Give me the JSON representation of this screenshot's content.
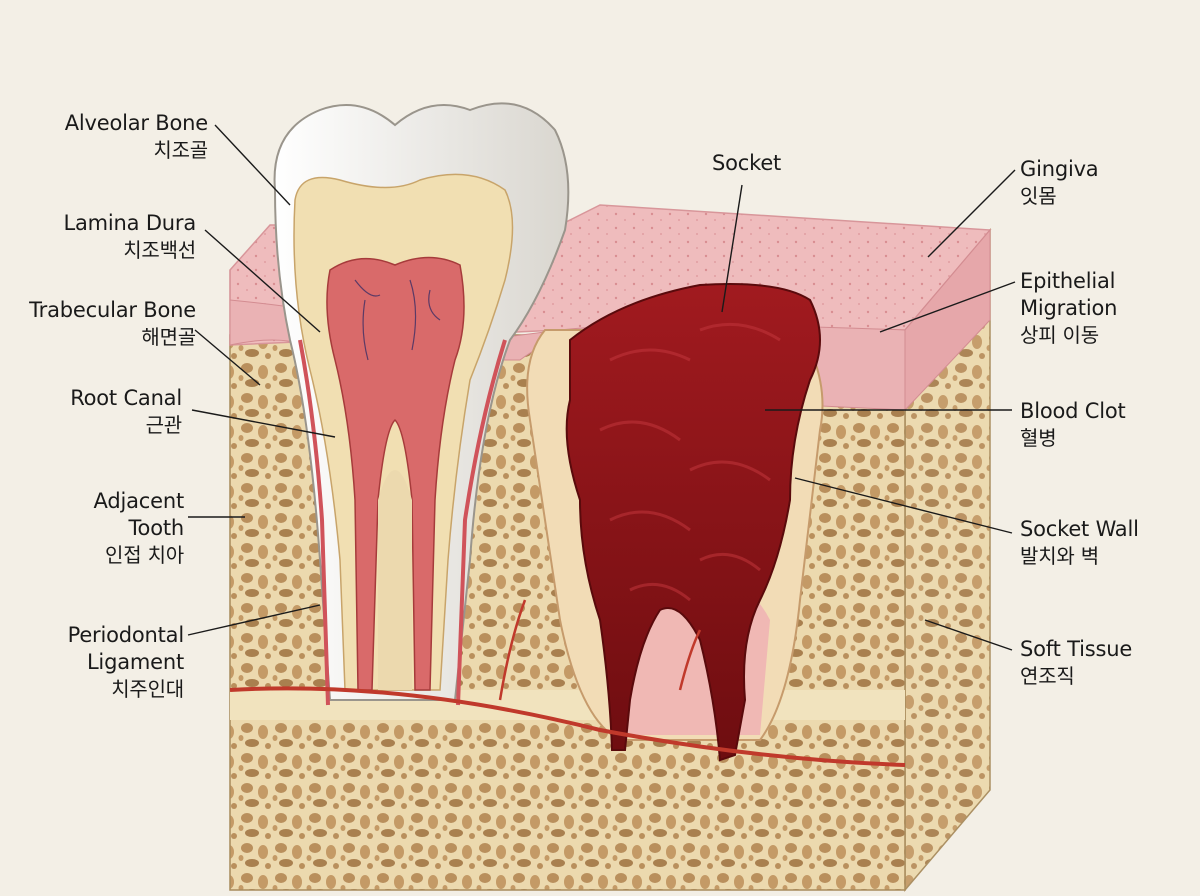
{
  "labels": {
    "alveolar_bone": {
      "en": "Alveolar Bone",
      "ko": "치조골"
    },
    "lamina_dura": {
      "en": "Lamina Dura",
      "ko": "치조백선"
    },
    "trabecular_bone": {
      "en": "Trabecular Bone",
      "ko": "해면골"
    },
    "root_canal": {
      "en": "Root Canal",
      "ko": "근관"
    },
    "adjacent_tooth": {
      "en1": "Adjacent",
      "en2": "Tooth",
      "ko": "인접 치아"
    },
    "periodontal_ligament": {
      "en1": "Periodontal",
      "en2": "Ligament",
      "ko": "치주인대"
    },
    "socket": {
      "en": "Socket"
    },
    "gingiva": {
      "en": "Gingiva",
      "ko": "잇몸"
    },
    "epithelial_migration": {
      "en1": "Epithelial",
      "en2": "Migration",
      "ko": "상피 이동"
    },
    "blood_clot": {
      "en": "Blood Clot",
      "ko": "혈병"
    },
    "socket_wall": {
      "en": "Socket Wall",
      "ko": "발치와 벽"
    },
    "soft_tissue": {
      "en": "Soft Tissue",
      "ko": "연조직"
    }
  },
  "colors": {
    "background": "#f3efe6",
    "bone": "#ecd9ae",
    "bone_pores": "#b98f5c",
    "gingiva": "#eab2b4",
    "enamel": "#f4f1ea",
    "dentin": "#f1dfb2",
    "pulp": "#d96a6a",
    "blood_clot": "#8e1418",
    "vessel": "#c0392b"
  }
}
